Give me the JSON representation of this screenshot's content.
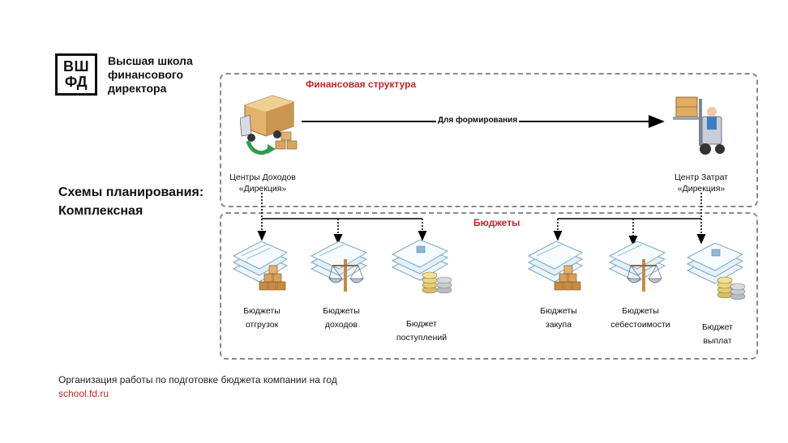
{
  "logo": {
    "mark_top": "ВШ",
    "mark_bottom": "ФД",
    "lines": [
      "Высшая школа",
      "финансового",
      "директора"
    ]
  },
  "side_title": {
    "line1": "Схемы планирования:",
    "line2": "Комплексная"
  },
  "financial_structure": {
    "title": "Финансовая структура",
    "arrow_label": "Для формирования",
    "left_node": [
      "Центры Доходов",
      "«Дирекция»"
    ],
    "right_node": [
      "Центр Затрат",
      "«Дирекция»"
    ]
  },
  "budgets": {
    "title": "Бюджеты",
    "items": [
      {
        "lines": [
          "Бюджеты",
          "отгрузок"
        ],
        "icon": "boxes-docs-icon"
      },
      {
        "lines": [
          "Бюджеты",
          "доходов"
        ],
        "icon": "scales-docs-icon"
      },
      {
        "lines": [
          "Бюджет",
          "поступлений"
        ],
        "icon": "coins-docs-icon"
      },
      {
        "lines": [
          "Бюджеты",
          "закупа"
        ],
        "icon": "boxes-docs-icon"
      },
      {
        "lines": [
          "Бюджеты",
          "себестоимости"
        ],
        "icon": "scales-docs-icon"
      },
      {
        "lines": [
          "Бюджет",
          "выплат"
        ],
        "icon": "coins-docs-icon"
      }
    ]
  },
  "footer": {
    "text": "Организация работы по подготовке  бюджета компании на год",
    "url": "school.fd.ru"
  },
  "colors": {
    "accent_red": "#c0282a",
    "doc_blue": "#dfeef7",
    "box_orange": "#c98b3e"
  }
}
